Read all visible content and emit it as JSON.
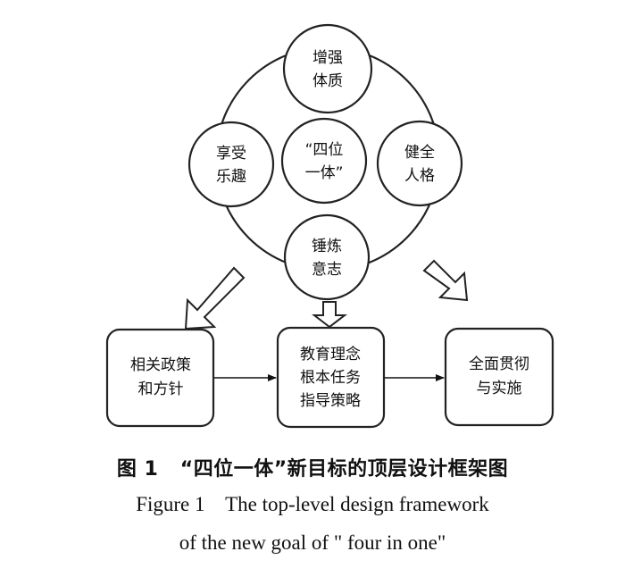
{
  "diagram": {
    "nodes": {
      "top": [
        "增强",
        "体质"
      ],
      "left": [
        "享受",
        "乐趣"
      ],
      "center": [
        "“四位",
        "一体”"
      ],
      "right": [
        "健全",
        "人格"
      ],
      "bottom": [
        "锤炼",
        "意志"
      ]
    },
    "boxes": {
      "policy": [
        "相关政策",
        "和方针"
      ],
      "education": [
        "教育理念",
        "根本任务",
        "指导策略"
      ],
      "implement": [
        "全面贯彻",
        "与实施"
      ]
    }
  },
  "caption": {
    "zh": "图 1   “四位一体”新目标的顶层设计框架图",
    "en_line1": "Figure 1    The top-level design framework",
    "en_line2": "of the new goal of \" four in one\""
  }
}
